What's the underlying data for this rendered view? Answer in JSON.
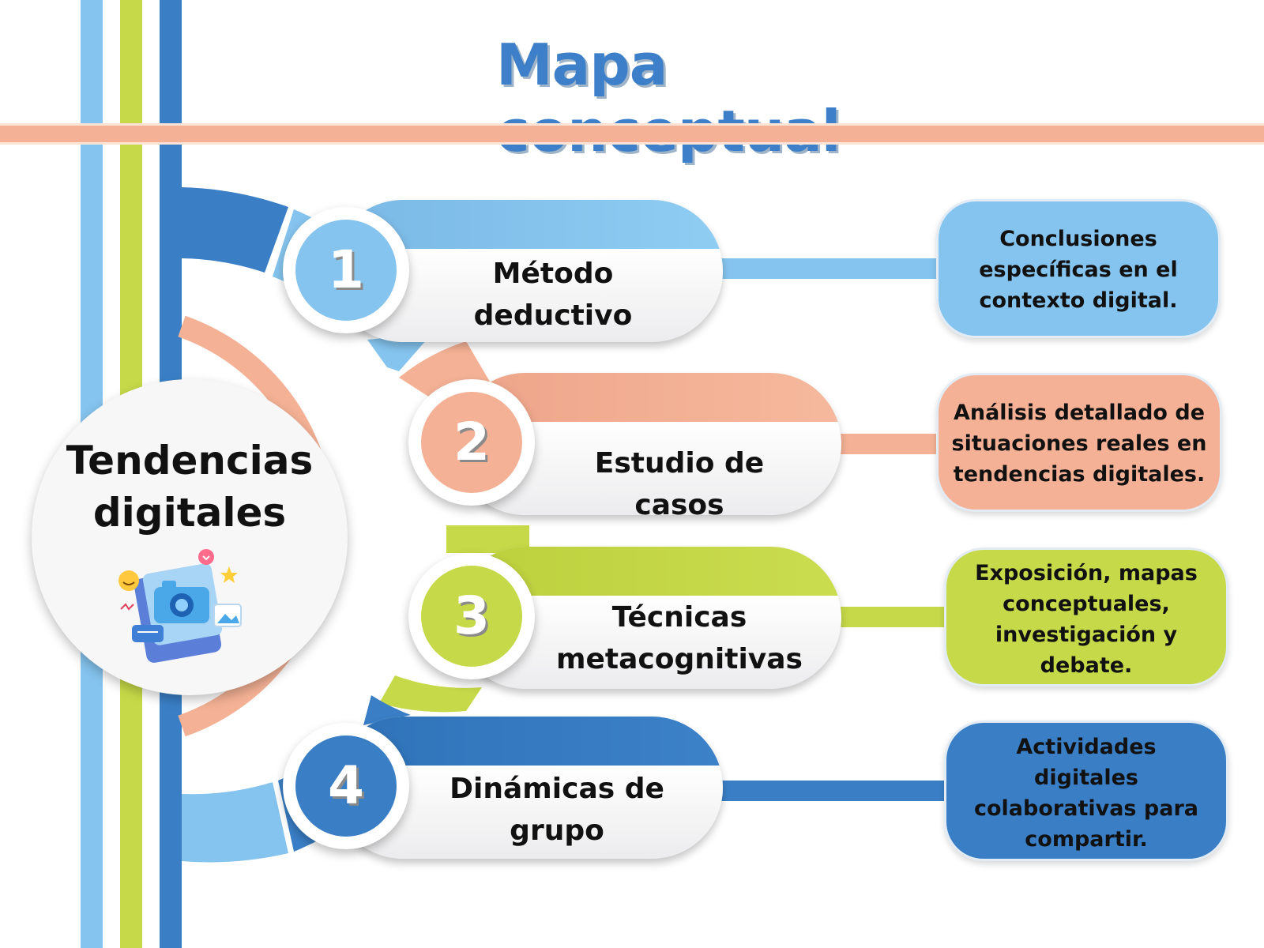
{
  "title": "Mapa conceptual",
  "center": {
    "line1": "Tendencias",
    "line2": "digitales",
    "icon": "camera-social-icon"
  },
  "items": [
    {
      "number": "1",
      "label_line1": "Método",
      "label_line2": "deductivo",
      "description": "Conclusiones específicas en el contexto digital.",
      "desc_lines": [
        "Conclusiones",
        "específicas en el",
        "contexto digital."
      ],
      "color": "#85c4ee"
    },
    {
      "number": "2",
      "label_line1": "Estudio de casos",
      "label_line2": "",
      "description": "Análisis detallado de situaciones reales en tendencias digitales.",
      "desc_lines": [
        "Análisis detallado de",
        "situaciones reales en",
        "tendencias digitales."
      ],
      "color": "#f4b195"
    },
    {
      "number": "3",
      "label_line1": "Técnicas",
      "label_line2": "metacognitivas",
      "description": "Exposición, mapas conceptuales, investigación y debate.",
      "desc_lines": [
        "Exposición, mapas",
        "conceptuales,",
        "investigación y",
        "debate."
      ],
      "color": "#c6d948"
    },
    {
      "number": "4",
      "label_line1": "Dinámicas de",
      "label_line2": "grupo",
      "description": "Actividades digitales colaborativas para compartir.",
      "desc_lines": [
        "Actividades",
        "digitales",
        "colaborativas para",
        "compartir."
      ],
      "color": "#3a7fc6"
    }
  ],
  "colors": {
    "blue_light": "#85c4ee",
    "green": "#c6d948",
    "blue_dark": "#3a7fc6",
    "peach": "#f4b195"
  }
}
